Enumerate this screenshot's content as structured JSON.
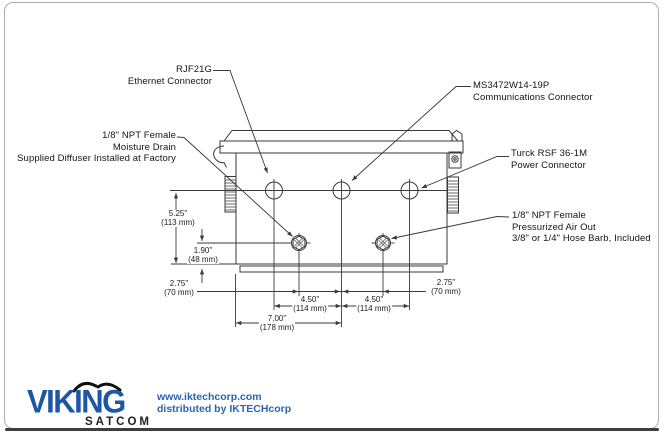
{
  "diagram": {
    "callouts": {
      "ethernet": {
        "line1": "RJF21G",
        "line2": "Ethernet Connector"
      },
      "comms": {
        "line1": "MS3472W14-19P",
        "line2": "Communications Connector"
      },
      "power": {
        "line1": "Turck RSF 36-1M",
        "line2": "Power Connector"
      },
      "drain": {
        "line1": "1/8\" NPT Female",
        "line2": "Moisture Drain",
        "line3": "Supplied Diffuser Installed at Factory"
      },
      "air": {
        "line1": "1/8\" NPT Female",
        "line2": "Pressurized Air Out",
        "line3": "3/8\" or 1/4\" Hose Barb, Included"
      }
    },
    "dimensions": {
      "v525": {
        "in": "5.25\"",
        "mm": "(113 mm)"
      },
      "v190": {
        "in": "1.90\"",
        "mm": "(48 mm)"
      },
      "h275l": {
        "in": "2.75\"",
        "mm": "(70 mm)"
      },
      "h275r": {
        "in": "2.75\"",
        "mm": "(70 mm)"
      },
      "h450l": {
        "in": "4.50\"",
        "mm": "(114 mm)"
      },
      "h450r": {
        "in": "4.50\"",
        "mm": "(114 mm)"
      },
      "h700": {
        "in": "7.00\"",
        "mm": "(178 mm)"
      }
    },
    "line_color": "#3a3a3a"
  },
  "footer": {
    "brand": "VIKING",
    "sub_brand": "SATCOM",
    "website": "www.iktechcorp.com",
    "distribution": "distributed by IKTECHcorp",
    "brand_color": "#1d56a5",
    "link_color": "#2a65ae"
  }
}
